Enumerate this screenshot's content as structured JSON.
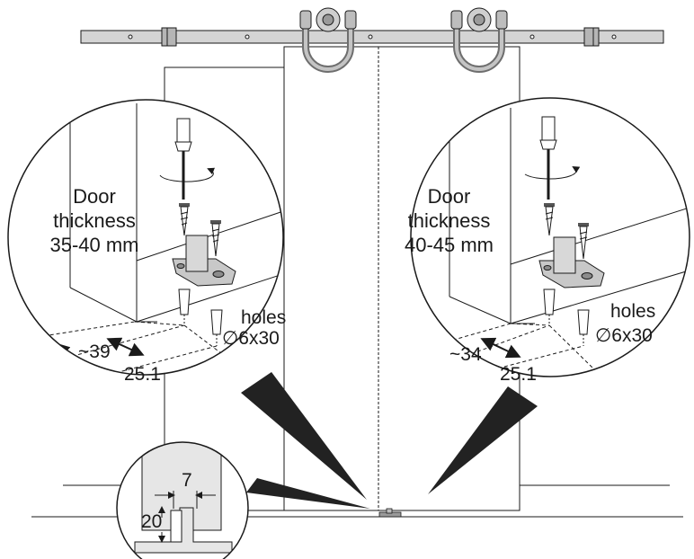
{
  "left_detail": {
    "door_label_line1": "Door",
    "door_label_line2": "thickness",
    "door_label_line3": "35-40 mm",
    "holes_label": "holes",
    "holes_spec": "∅6x30",
    "offset_dimension": "~39",
    "spacing_dimension": "25.1"
  },
  "right_detail": {
    "door_label_line1": "Door",
    "door_label_line2": "thickness",
    "door_label_line3": "40-45 mm",
    "holes_label": "holes",
    "holes_spec": "∅6x30",
    "offset_dimension": "~34",
    "spacing_dimension": "25.1"
  },
  "guide_detail": {
    "width_dimension": "7",
    "height_dimension": "20"
  },
  "colors": {
    "line": "#1a1a1a",
    "hardware_fill": "#c8c8c8",
    "hardware_dark": "#8c8c8c",
    "pointer_fill": "#222222",
    "guide_fill": "#e6e6e6"
  }
}
